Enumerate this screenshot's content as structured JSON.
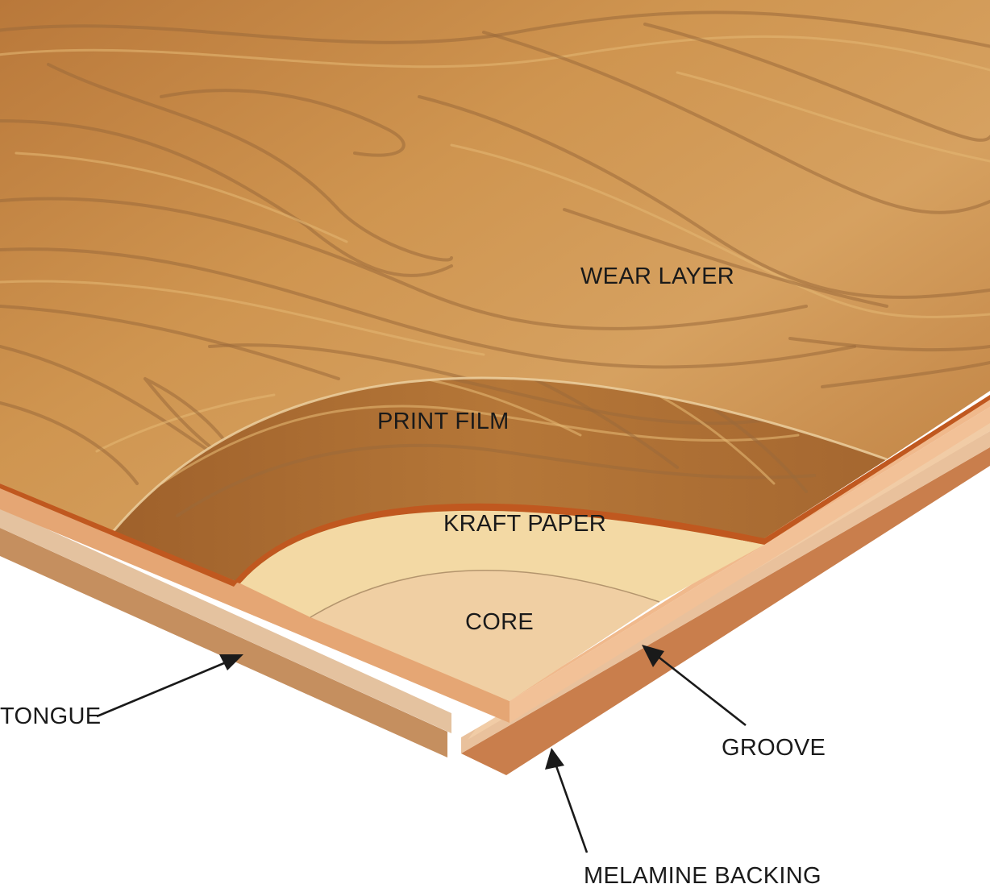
{
  "diagram": {
    "labels": {
      "wear_layer": "WEAR LAYER",
      "print_film": "PRINT FILM",
      "kraft_paper": "KRAFT PAPER",
      "core": "CORE",
      "tongue": "TONGUE",
      "groove": "GROOVE",
      "melamine_backing": "MELAMINE BACKING"
    },
    "colors": {
      "wood_dark": "#a8692f",
      "wood_mid": "#c98f4a",
      "wood_light": "#dba862",
      "edge_orange": "#c0581f",
      "kraft": "#f3d9a4",
      "core": "#f0cfa3",
      "board_top": "#e9a873",
      "board_side_light": "#f3c49a",
      "board_side": "#e8c49e",
      "board_side_dark": "#c98e5a",
      "arrow": "#1a1a1a"
    }
  }
}
